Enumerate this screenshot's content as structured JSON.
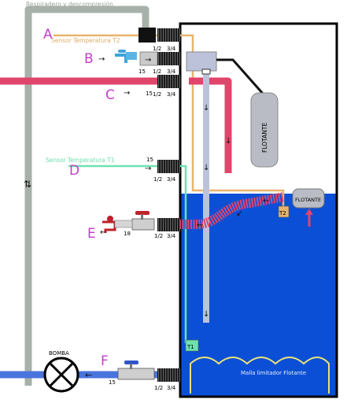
{
  "title": "Respiradero y descompresión",
  "letters": {
    "a": "A",
    "b": "B",
    "c": "C",
    "d": "D",
    "e": "E",
    "f": "F"
  },
  "sizes": {
    "s15": "15",
    "s18": "18",
    "half": "1/2",
    "three_quarter": "3/4"
  },
  "sensor_t2": "Sensor Temperatura T2",
  "sensor_t1": "Sensor Temperatura T1",
  "float_label": "FLOTANTE",
  "t1_label": "T1",
  "t2_label": "T2",
  "pump_label": "BOMBA",
  "mesh_label": "Malla limitador Flotante",
  "colors": {
    "tank_water": "#0b4fd6",
    "outline": "#000000",
    "vent_pipe": "#a7b1a9",
    "hot_pipe": "#e0456b",
    "sensor_t2_line": "#e7b36c",
    "sensor_t1_line": "#6be3b0",
    "inner_pipe": "#bcc2da",
    "float": "#b9bcc4",
    "drain_pipe": "#4a74dd",
    "label": "#c23fc8"
  }
}
